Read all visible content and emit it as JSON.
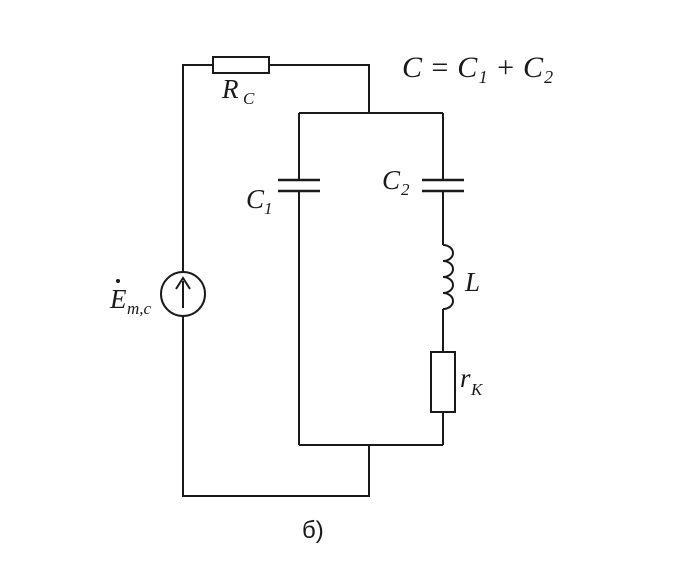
{
  "labels": {
    "rc_main": "R",
    "rc_sub": "C",
    "c1_main": "C",
    "c1_sub": "1",
    "c2_main": "C",
    "c2_sub": "2",
    "l_label": "L",
    "rk_main": "r",
    "rk_sub": "K",
    "source_main": "E",
    "source_sub": "m,c",
    "equation": "C = C₁ + C₂",
    "caption": "б)"
  }
}
